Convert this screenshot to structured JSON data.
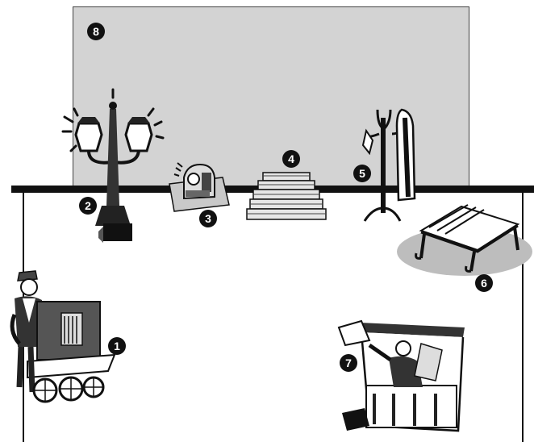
{
  "markers": [
    {
      "id": "organ-grinder",
      "label": "1"
    },
    {
      "id": "street-lamp",
      "label": "2"
    },
    {
      "id": "radio",
      "label": "3"
    },
    {
      "id": "stairs",
      "label": "4"
    },
    {
      "id": "coat-rack",
      "label": "5"
    },
    {
      "id": "bench",
      "label": "6"
    },
    {
      "id": "newspaper-stand",
      "label": "7"
    },
    {
      "id": "backdrop",
      "label": "8"
    }
  ],
  "colors": {
    "backdrop": "#d3d3d3",
    "stage_edge": "#111111",
    "badge": "#111111",
    "shadow": "#bdbdbd"
  }
}
